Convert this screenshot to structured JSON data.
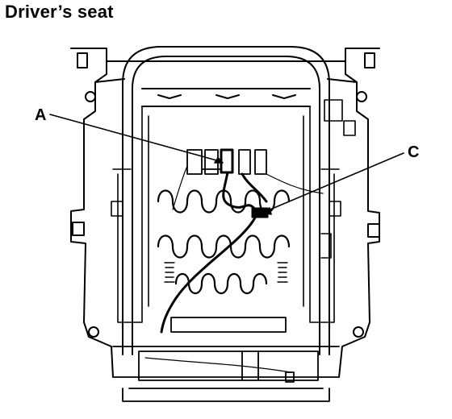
{
  "title": "Driver’s seat",
  "callouts": {
    "a": "A",
    "c": "C"
  },
  "colors": {
    "line": "#000000",
    "background": "#ffffff"
  }
}
